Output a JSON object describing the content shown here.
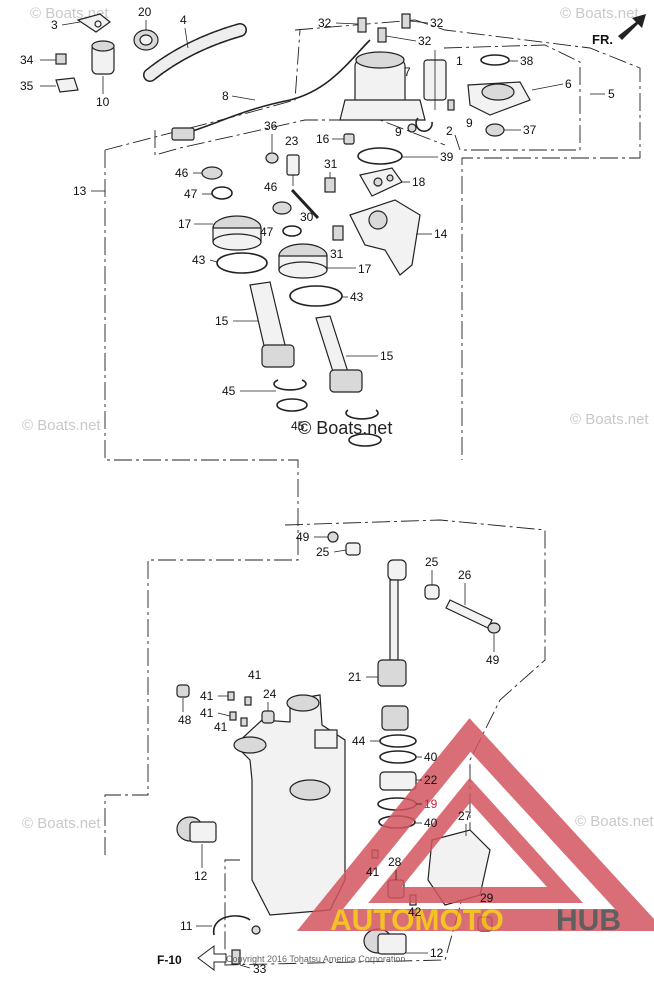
{
  "watermark": {
    "small": "© Boats.net",
    "center": "© Boats.net"
  },
  "copyright": "Copyright 2016 Tohatsu America Corporation",
  "front_indicator": "FR.",
  "figure_ref": "F-10",
  "logo": {
    "text_a": "AUTOMOTO",
    "text_b": "HUB"
  },
  "callouts": [
    {
      "id": "c-3",
      "label": "3"
    },
    {
      "id": "c-20",
      "label": "20"
    },
    {
      "id": "c-4",
      "label": "4"
    },
    {
      "id": "c-34",
      "label": "34"
    },
    {
      "id": "c-35",
      "label": "35"
    },
    {
      "id": "c-10",
      "label": "10"
    },
    {
      "id": "c-8",
      "label": "8"
    },
    {
      "id": "c-32a",
      "label": "32"
    },
    {
      "id": "c-32b",
      "label": "32"
    },
    {
      "id": "c-32c",
      "label": "32"
    },
    {
      "id": "c-7",
      "label": "7"
    },
    {
      "id": "c-1",
      "label": "1"
    },
    {
      "id": "c-38",
      "label": "38"
    },
    {
      "id": "c-6",
      "label": "6"
    },
    {
      "id": "c-5",
      "label": "5"
    },
    {
      "id": "c-9a",
      "label": "9"
    },
    {
      "id": "c-2",
      "label": "2"
    },
    {
      "id": "c-9b",
      "label": "9"
    },
    {
      "id": "c-37",
      "label": "37"
    },
    {
      "id": "c-36",
      "label": "36"
    },
    {
      "id": "c-23",
      "label": "23"
    },
    {
      "id": "c-16",
      "label": "16"
    },
    {
      "id": "c-39",
      "label": "39"
    },
    {
      "id": "c-13",
      "label": "13"
    },
    {
      "id": "c-46a",
      "label": "46"
    },
    {
      "id": "c-31a",
      "label": "31"
    },
    {
      "id": "c-18",
      "label": "18"
    },
    {
      "id": "c-47a",
      "label": "47"
    },
    {
      "id": "c-46b",
      "label": "46"
    },
    {
      "id": "c-30",
      "label": "30"
    },
    {
      "id": "c-17a",
      "label": "17"
    },
    {
      "id": "c-47b",
      "label": "47"
    },
    {
      "id": "c-14",
      "label": "14"
    },
    {
      "id": "c-31b",
      "label": "31"
    },
    {
      "id": "c-43a",
      "label": "43"
    },
    {
      "id": "c-17b",
      "label": "17"
    },
    {
      "id": "c-43b",
      "label": "43"
    },
    {
      "id": "c-15a",
      "label": "15"
    },
    {
      "id": "c-15b",
      "label": "15"
    },
    {
      "id": "c-45a",
      "label": "45"
    },
    {
      "id": "c-45b",
      "label": "45"
    },
    {
      "id": "c-49a",
      "label": "49"
    },
    {
      "id": "c-25a",
      "label": "25"
    },
    {
      "id": "c-25b",
      "label": "25"
    },
    {
      "id": "c-26",
      "label": "26"
    },
    {
      "id": "c-49b",
      "label": "49"
    },
    {
      "id": "c-21",
      "label": "21"
    },
    {
      "id": "c-41a",
      "label": "41"
    },
    {
      "id": "c-41b",
      "label": "41"
    },
    {
      "id": "c-48",
      "label": "48"
    },
    {
      "id": "c-41c",
      "label": "41"
    },
    {
      "id": "c-24",
      "label": "24"
    },
    {
      "id": "c-41d",
      "label": "41"
    },
    {
      "id": "c-44",
      "label": "44"
    },
    {
      "id": "c-40a",
      "label": "40"
    },
    {
      "id": "c-22",
      "label": "22"
    },
    {
      "id": "c-19",
      "label": "19"
    },
    {
      "id": "c-40b",
      "label": "40"
    },
    {
      "id": "c-27",
      "label": "27"
    },
    {
      "id": "c-12a",
      "label": "12"
    },
    {
      "id": "c-28",
      "label": "28"
    },
    {
      "id": "c-41e",
      "label": "41"
    },
    {
      "id": "c-42",
      "label": "42"
    },
    {
      "id": "c-29",
      "label": "29"
    },
    {
      "id": "c-11",
      "label": "11"
    },
    {
      "id": "c-12b",
      "label": "12"
    },
    {
      "id": "c-33",
      "label": "33"
    }
  ]
}
